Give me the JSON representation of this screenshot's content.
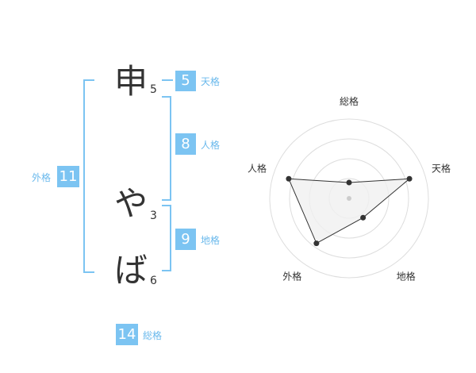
{
  "name": {
    "characters": [
      {
        "char": "申",
        "strokes": "5"
      },
      {
        "char": "や",
        "strokes": "3"
      },
      {
        "char": "ば",
        "strokes": "6"
      }
    ]
  },
  "fortune": {
    "tenkaku": {
      "label": "天格",
      "value": "5"
    },
    "jinkaku": {
      "label": "人格",
      "value": "8"
    },
    "chikaku": {
      "label": "地格",
      "value": "9"
    },
    "gaikaku": {
      "label": "外格",
      "value": "11"
    },
    "soukaku": {
      "label": "総格",
      "value": "14"
    }
  },
  "chart_data": {
    "type": "radar",
    "axes": [
      "総格",
      "天格",
      "地格",
      "外格",
      "人格"
    ],
    "values": [
      1,
      4,
      1.5,
      3.5,
      4
    ],
    "rmax": 5,
    "rings": 4,
    "colors": {
      "grid": "#dddddd",
      "fill": "#f0f0f0",
      "line": "#333333",
      "point": "#333333",
      "center": "#cccccc"
    }
  },
  "colors": {
    "accent": "#7cc4f2",
    "label": "#6ab9ec",
    "text": "#333333"
  }
}
